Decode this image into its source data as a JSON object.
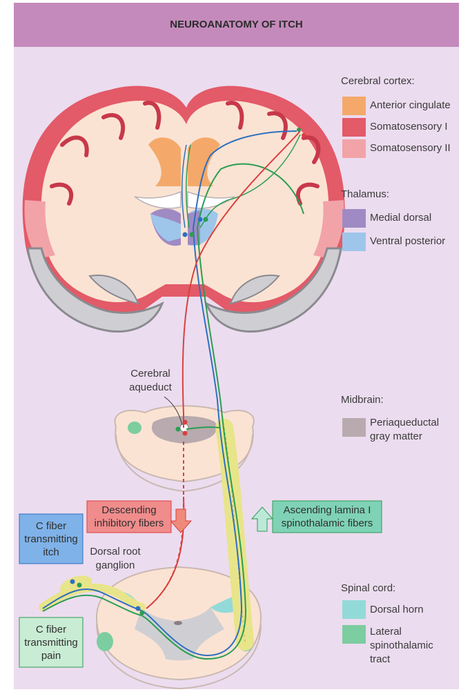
{
  "title": "NEUROANATOMY OF ITCH",
  "legend": {
    "cortex_heading": "Cerebral cortex:",
    "cortex_items": [
      {
        "label": "Anterior cingulate",
        "color": "#f4a96a"
      },
      {
        "label": "Somatosensory I",
        "color": "#e35a68"
      },
      {
        "label": "Somatosensory II",
        "color": "#f2a3a8"
      }
    ],
    "thalamus_heading": "Thalamus:",
    "thalamus_items": [
      {
        "label": "Medial dorsal",
        "color": "#a08ac4"
      },
      {
        "label": "Ventral posterior",
        "color": "#9ec6ea"
      }
    ],
    "midbrain_heading": "Midbrain:",
    "midbrain_items": [
      {
        "label": "Periaqueductal gray matter",
        "color": "#b8aaae"
      }
    ],
    "spinal_heading": "Spinal cord:",
    "spinal_items": [
      {
        "label": "Dorsal horn",
        "color": "#92dad8"
      },
      {
        "label": "Lateral spinothalamic tract",
        "color": "#7ccd9f"
      }
    ]
  },
  "labels": {
    "cerebral_aqueduct": "Cerebral aqueduct",
    "dorsal_root_ganglion": "Dorsal root ganglion",
    "descending": "Descending inhibitory fibers",
    "ascending": "Ascending lamina I spinothalamic fibers",
    "c_fiber_itch": "C fiber transmitting itch",
    "c_fiber_pain": "C fiber transmitting pain"
  },
  "colors": {
    "page_bg": "#ecdcef",
    "header": "#c48abb",
    "itch_fiber": "#2f6fc0",
    "pain_fiber": "#2a9d52",
    "descending_fiber": "#d9403f",
    "ascending_tract": "#e8e48a",
    "brain_fill": "#fbe3d3",
    "gray_matter": "#cfcfd3"
  }
}
